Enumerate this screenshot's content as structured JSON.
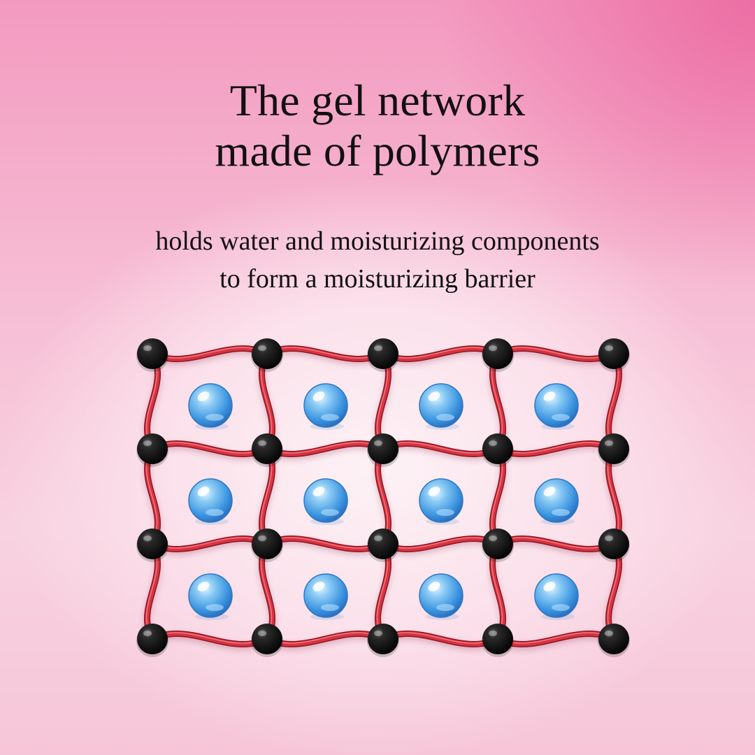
{
  "title": {
    "line1": "The gel network",
    "line2": "made of polymers"
  },
  "subtitle": {
    "line1": "holds water and moisturizing components",
    "line2": "to form a moisturizing barrier"
  },
  "diagram": {
    "rows": 4,
    "cols": 5,
    "water_droplets_per_cell": 1,
    "colors": {
      "polymer_chain": "#d8323f",
      "crosslink_node": "#141414",
      "water_droplet": "#4aa3ea"
    }
  }
}
